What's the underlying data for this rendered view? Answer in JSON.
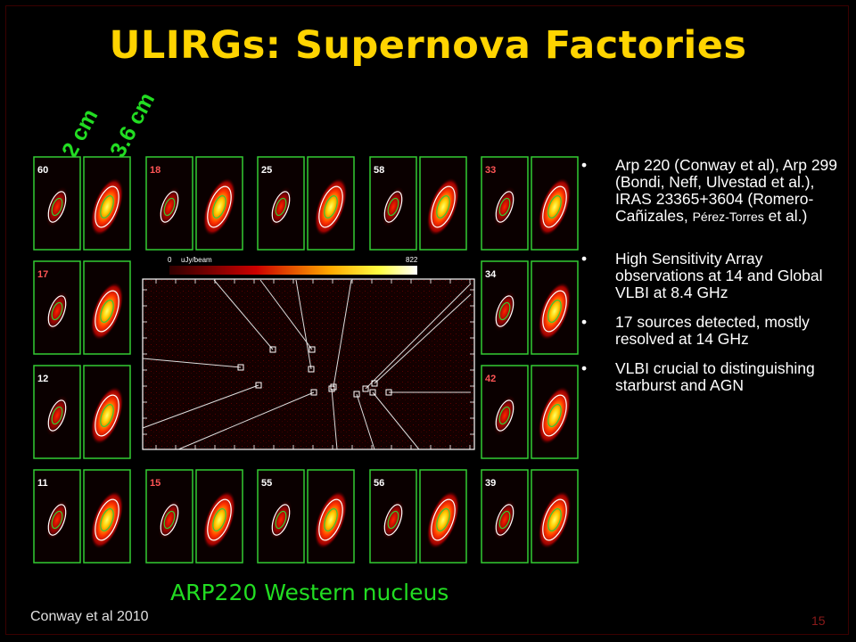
{
  "slide": {
    "title": "ULIRGs:  Supernova Factories",
    "band_labels": [
      "2 cm",
      "3.6 cm"
    ],
    "panel_labels": {
      "top": [
        "60",
        "18",
        "25",
        "58",
        "33"
      ],
      "left": [
        "17",
        "12",
        "11"
      ],
      "right": [
        "34",
        "42",
        "39"
      ],
      "bottom": [
        "15",
        "55",
        "56"
      ]
    },
    "colorbar": {
      "min_label": "0",
      "unit_label": "uJy/beam",
      "max_label": "822"
    },
    "caption": "ARP220 Western nucleus",
    "credit": "Conway et al 2010",
    "page_number": "15",
    "bullet_symbol": "•",
    "bullets": [
      {
        "text": "Arp 220 (Conway et al), Arp 299 (Bondi, Neff, Ulvestad et al.), IRAS 23365+3604 (Romero-Cañizales,",
        "small": "Pérez-Torres",
        "tail": " et al.)"
      },
      {
        "text": "High Sensitivity Array observations at 14 and Global VLBI at 8.4 GHz"
      },
      {
        "text": "17 sources detected, mostly resolved at 14 GHz"
      },
      {
        "text": "VLBI crucial to distinguishing starburst and AGN"
      }
    ]
  }
}
